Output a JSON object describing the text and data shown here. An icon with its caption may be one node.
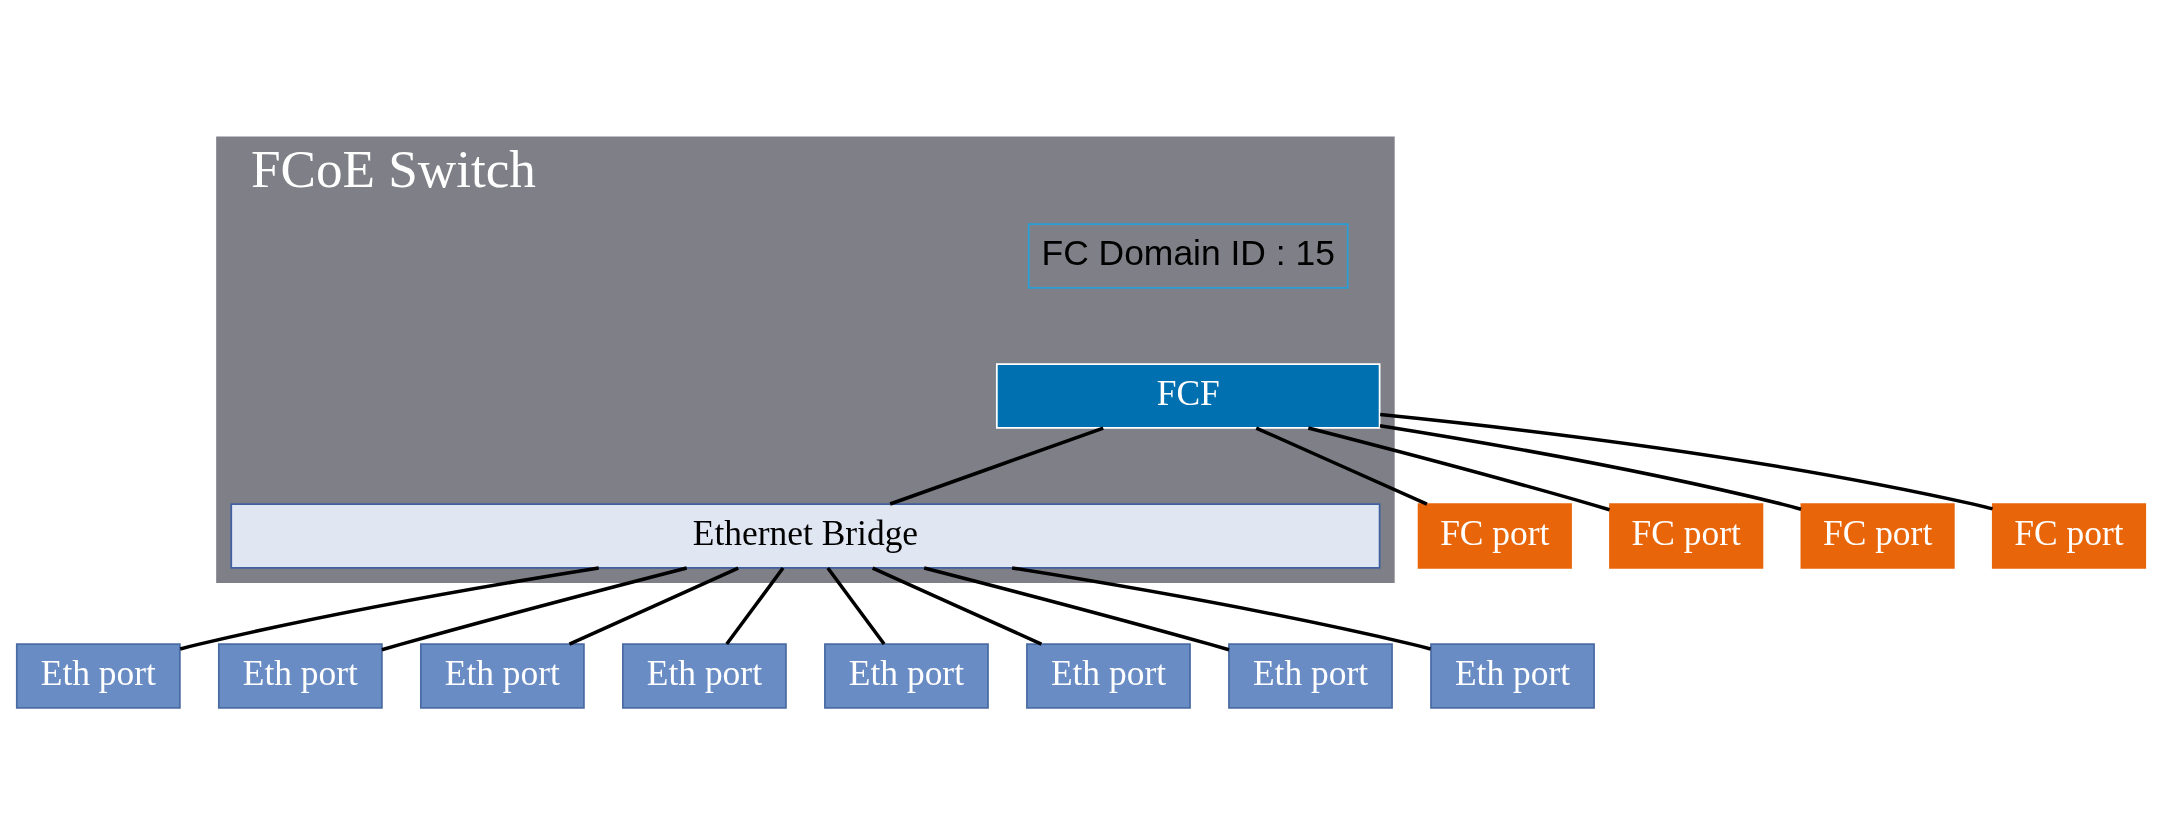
{
  "diagram": {
    "nodes": [
      {
        "text": [
          "FCoE Switch"
        ]
      },
      {
        "text": [
          "FC Domain ID : 15"
        ],
        "in": 0
      },
      {
        "text": [
          "FCF"
        ],
        "in": 0
      },
      {
        "text": [
          "Ethernet Bridge"
        ],
        "in": 0
      },
      {
        "text": [
          "FC port"
        ]
      },
      {
        "text": [
          "FC port"
        ]
      },
      {
        "text": [
          "FC port"
        ]
      },
      {
        "text": [
          "FC port"
        ]
      },
      {
        "text": [
          "Eth port"
        ]
      },
      {
        "text": [
          "Eth port"
        ]
      },
      {
        "text": [
          "Eth port"
        ]
      },
      {
        "text": [
          "Eth port"
        ]
      },
      {
        "text": [
          "Eth port"
        ]
      },
      {
        "text": [
          "Eth port"
        ]
      },
      {
        "text": [
          "Eth port"
        ]
      },
      {
        "text": [
          "Eth port"
        ]
      }
    ],
    "edges": [
      {
        "from": 2,
        "to": 4,
        "arrow": "none"
      },
      {
        "from": 2,
        "to": 5,
        "arrow": "none"
      },
      {
        "from": 2,
        "to": 6,
        "arrow": "none"
      },
      {
        "from": 2,
        "to": 7,
        "arrow": "none"
      },
      {
        "from": 2,
        "to": 3,
        "arrow": "none"
      },
      {
        "from": 3,
        "to": 8,
        "arrow": "none"
      },
      {
        "from": 3,
        "to": 9,
        "arrow": "none"
      },
      {
        "from": 3,
        "to": 10,
        "arrow": "none"
      },
      {
        "from": 3,
        "to": 11,
        "arrow": "none"
      },
      {
        "from": 3,
        "to": 12,
        "arrow": "none"
      },
      {
        "from": 3,
        "to": 13,
        "arrow": "none"
      },
      {
        "from": 3,
        "to": 14,
        "arrow": "none"
      },
      {
        "from": 3,
        "to": 15,
        "arrow": "none"
      }
    ]
  }
}
